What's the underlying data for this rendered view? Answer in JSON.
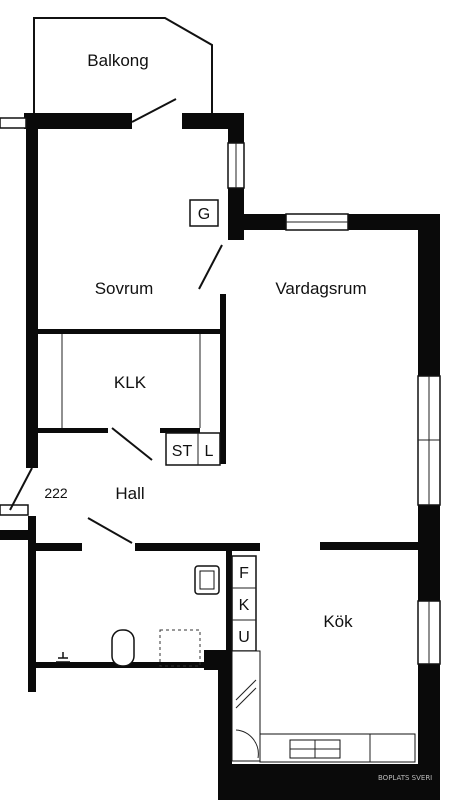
{
  "rooms": {
    "balkong": "Balkong",
    "sovrum": "Sovrum",
    "vardagsrum": "Vardagsrum",
    "klk": "KLK",
    "hall": "Hall",
    "kok": "Kök",
    "apartment_number": "222"
  },
  "fixtures": {
    "g": "G",
    "st": "ST",
    "l": "L",
    "f": "F",
    "k": "K",
    "u": "U"
  },
  "watermark": "BOPLATS SVERI"
}
